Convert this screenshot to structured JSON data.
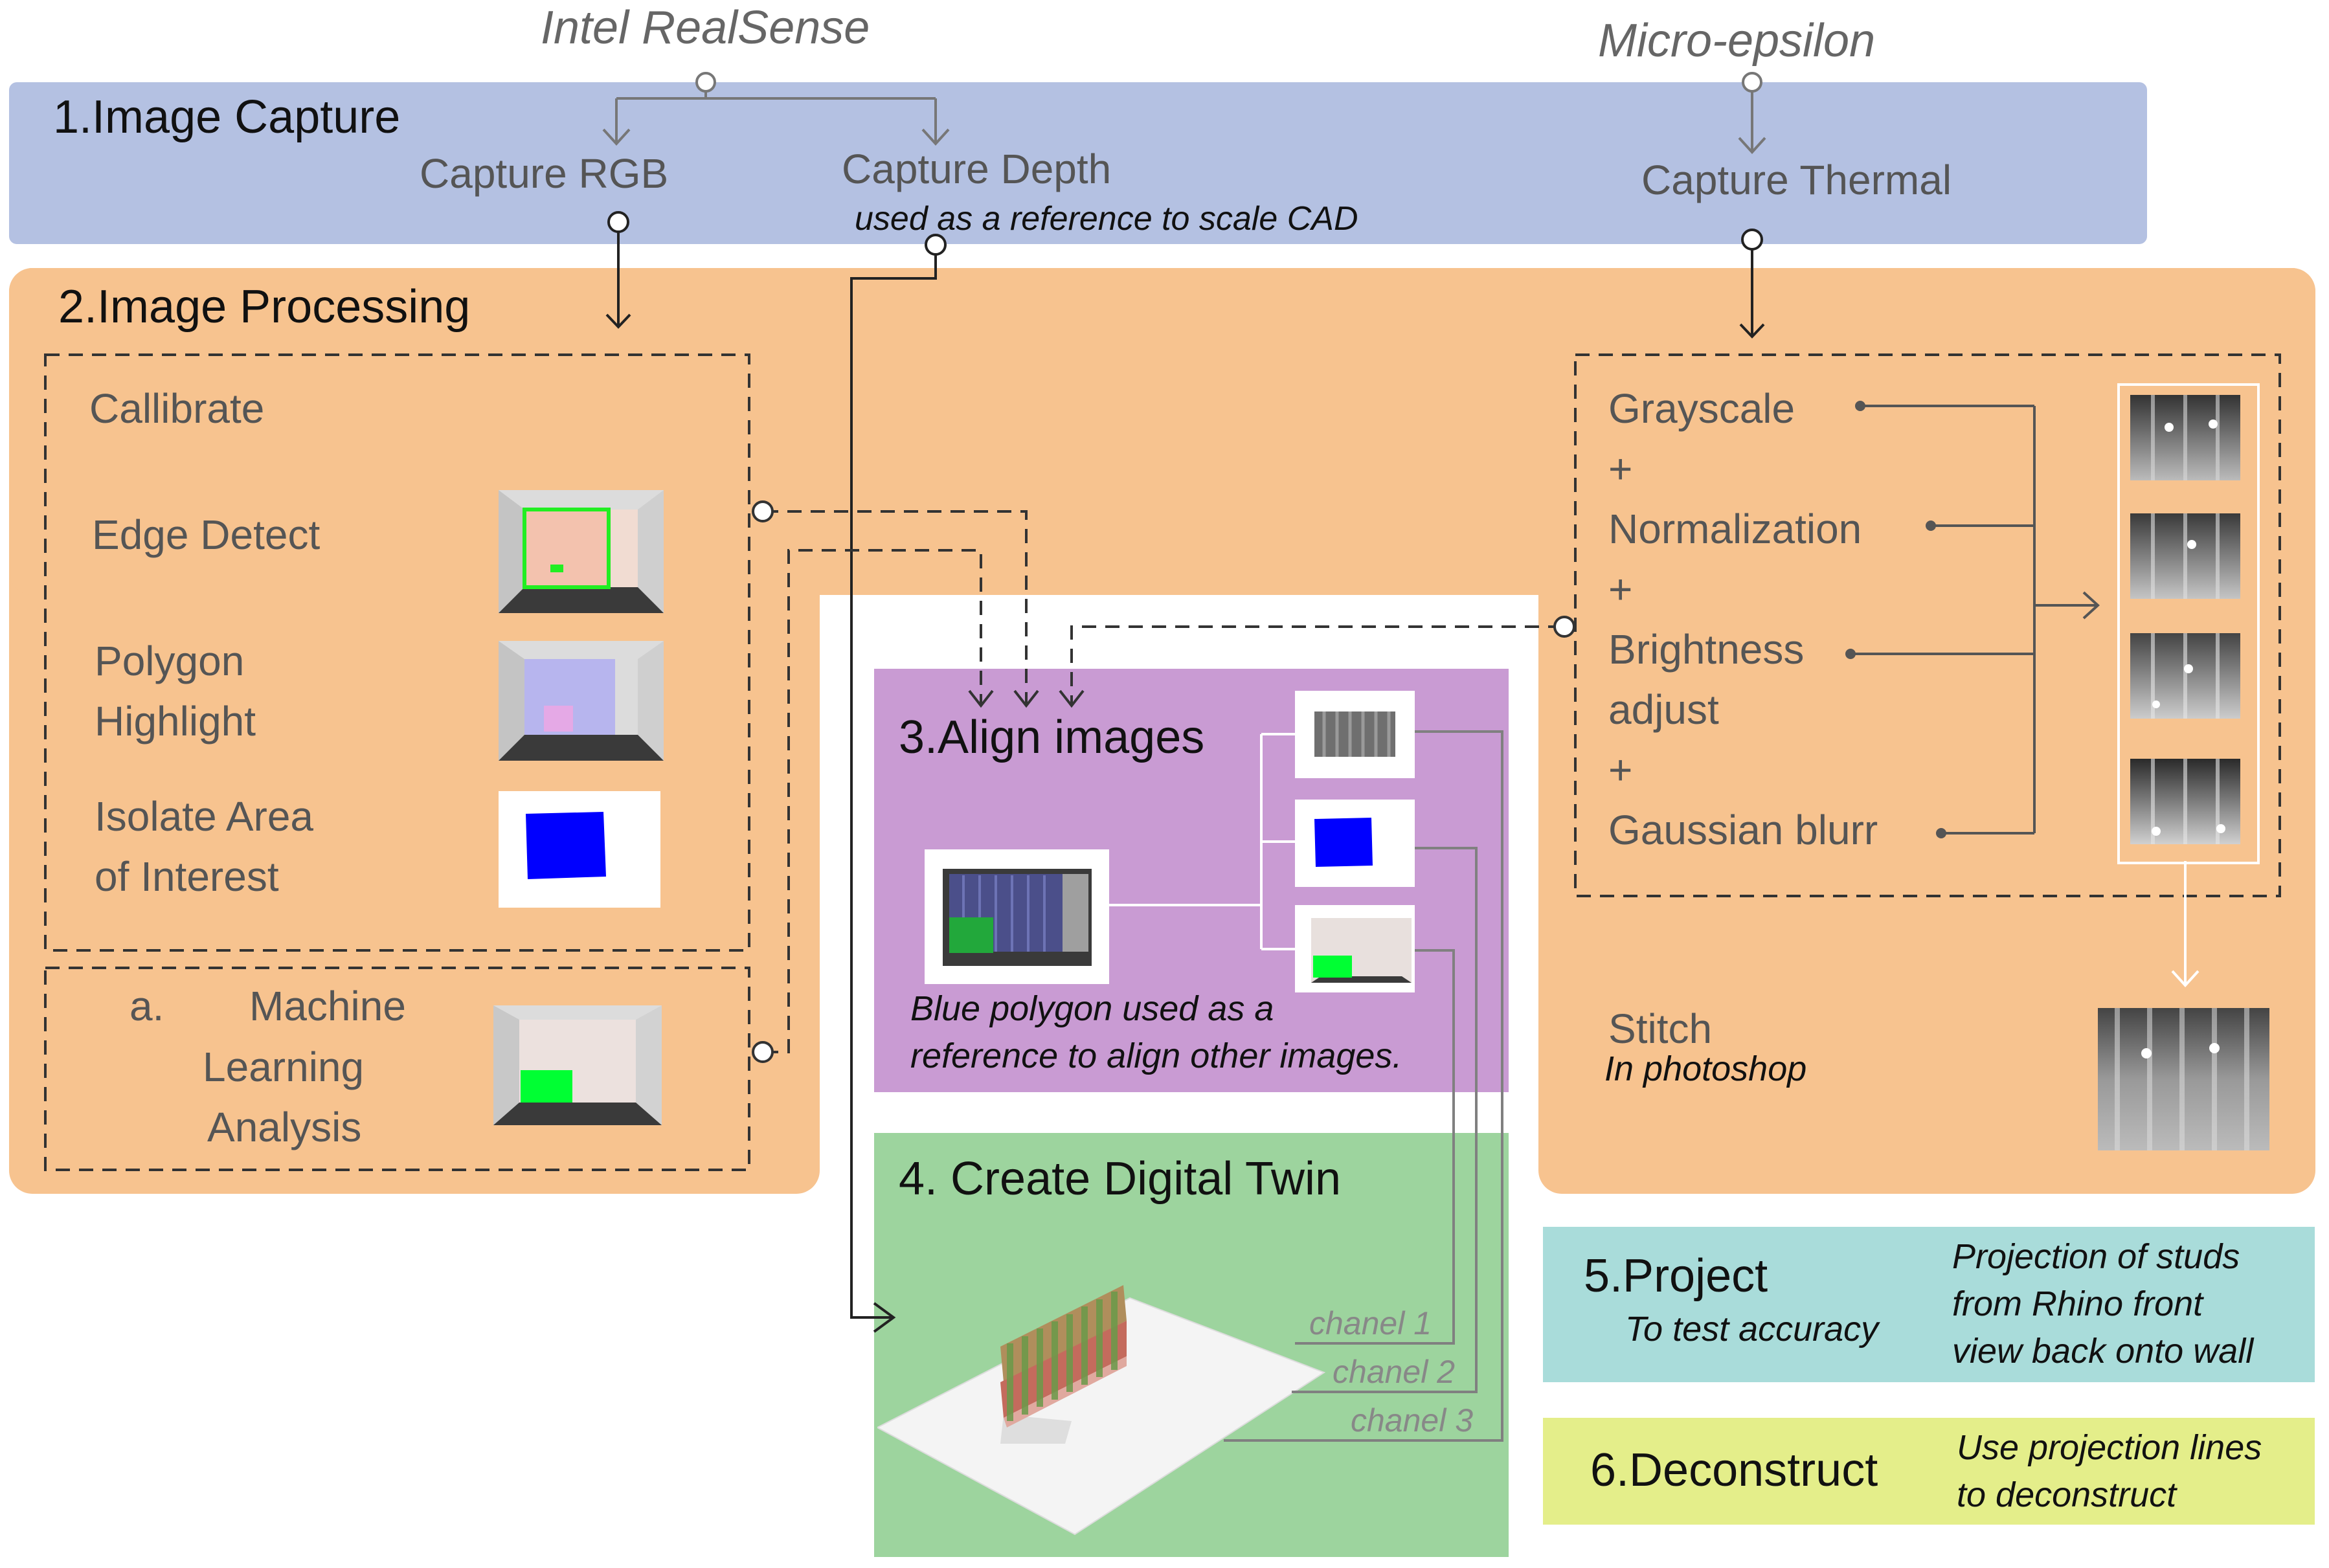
{
  "sources": {
    "realsense": "Intel RealSense",
    "microepsilon": "Micro-epsilon"
  },
  "capture": {
    "title": "1.Image Capture",
    "rgb": "Capture RGB",
    "depth": "Capture Depth",
    "depth_note": "used as a reference to scale CAD",
    "thermal": "Capture Thermal"
  },
  "processing": {
    "title": "2.Image Processing",
    "calibrate": "Callibrate",
    "edge": "Edge Detect",
    "polygon_1": "Polygon",
    "polygon_2": "Highlight",
    "isolate_1": "Isolate Area",
    "isolate_2": "of Interest",
    "ml_a": "a.",
    "ml_1": "Machine",
    "ml_2": "Learning",
    "ml_3": "Analysis"
  },
  "thermal_steps": {
    "grayscale": "Grayscale",
    "plus": "+",
    "normalization": "Normalization",
    "brightness_1": "Brightness",
    "brightness_2": "adjust",
    "gaussian": "Gaussian blurr",
    "stitch": "Stitch",
    "stitch_note": "In photoshop"
  },
  "align": {
    "title": "3.Align images",
    "note_1": "Blue polygon used as a",
    "note_2": "reference to align other images."
  },
  "twin": {
    "title": "4. Create Digital Twin",
    "channels": [
      "chanel 1",
      "chanel 2",
      "chanel 3"
    ]
  },
  "project": {
    "title": "5.Project",
    "subtitle": "To test accuracy",
    "note_1": "Projection of studs",
    "note_2": "from Rhino front",
    "note_3": "view back onto wall"
  },
  "deconstruct": {
    "title": "6.Deconstruct",
    "note_1": "Use projection lines",
    "note_2": "to deconstruct"
  },
  "colors": {
    "capture_bg": "#b4c1e2",
    "processing_bg": "#f7c38f",
    "align_bg": "#c99bd3",
    "twin_bg": "#9dd49e",
    "project_bg": "#a9dcda",
    "deconstruct_bg": "#e4ee8a",
    "mask_blue": "#0000ff",
    "mask_green": "#00ff33"
  }
}
